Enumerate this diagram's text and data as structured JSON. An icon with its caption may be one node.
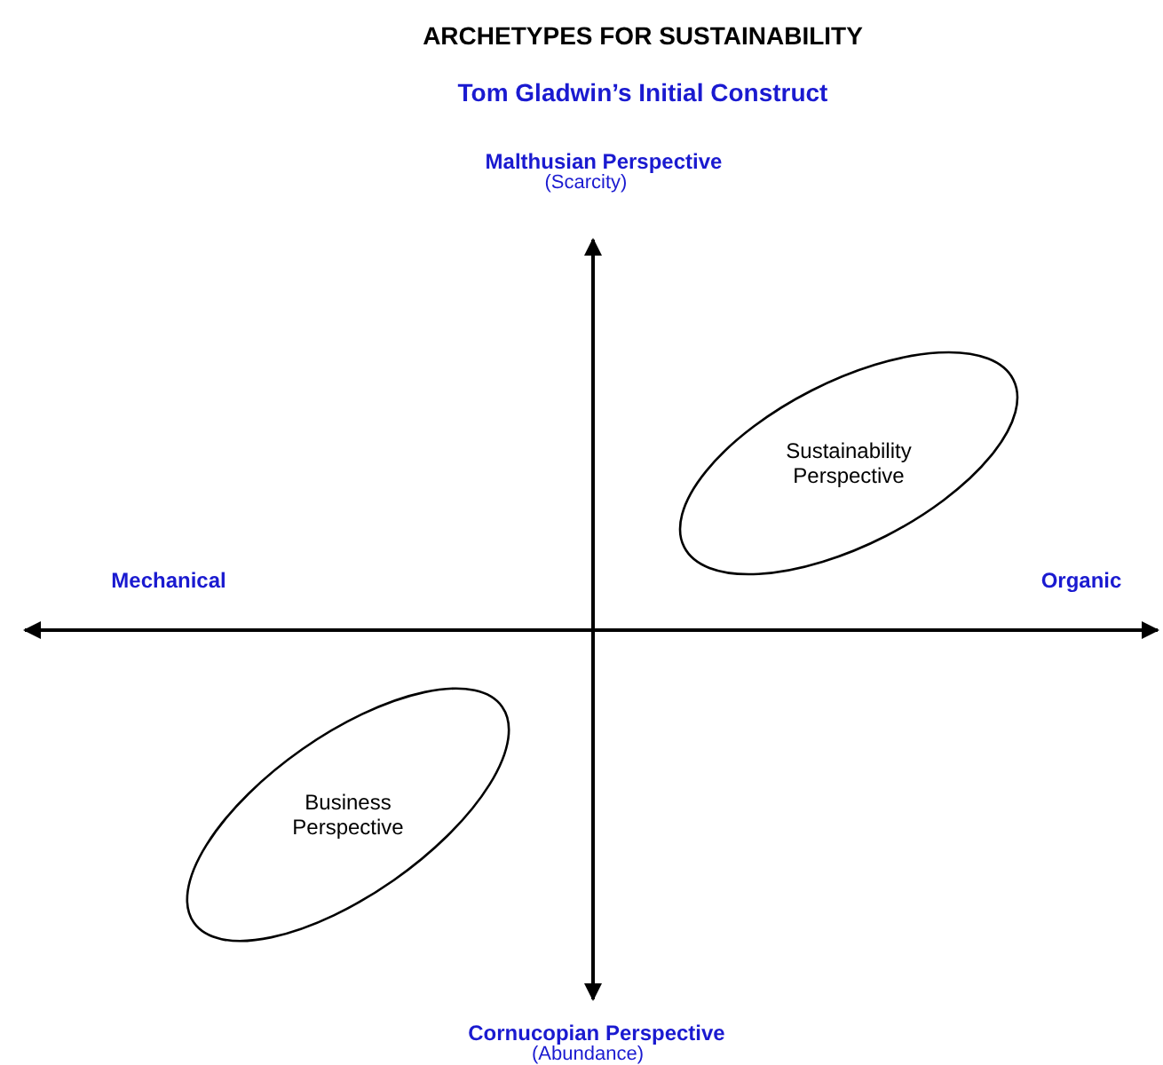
{
  "diagram": {
    "title": "ARCHETYPES FOR SUSTAINABILITY",
    "nodes": [
      {
        "text": [
          "Sustainability Perspective"
        ]
      },
      {
        "text": [
          "Business Perspective"
        ]
      }
    ],
    "labels": [
      "Tom Gladwin’s Initial Construct",
      "Malthusian Perspective",
      "(Scarcity)",
      "Mechanical",
      "Organic",
      "Cornucopian Perspective",
      "(Abundance)"
    ]
  }
}
